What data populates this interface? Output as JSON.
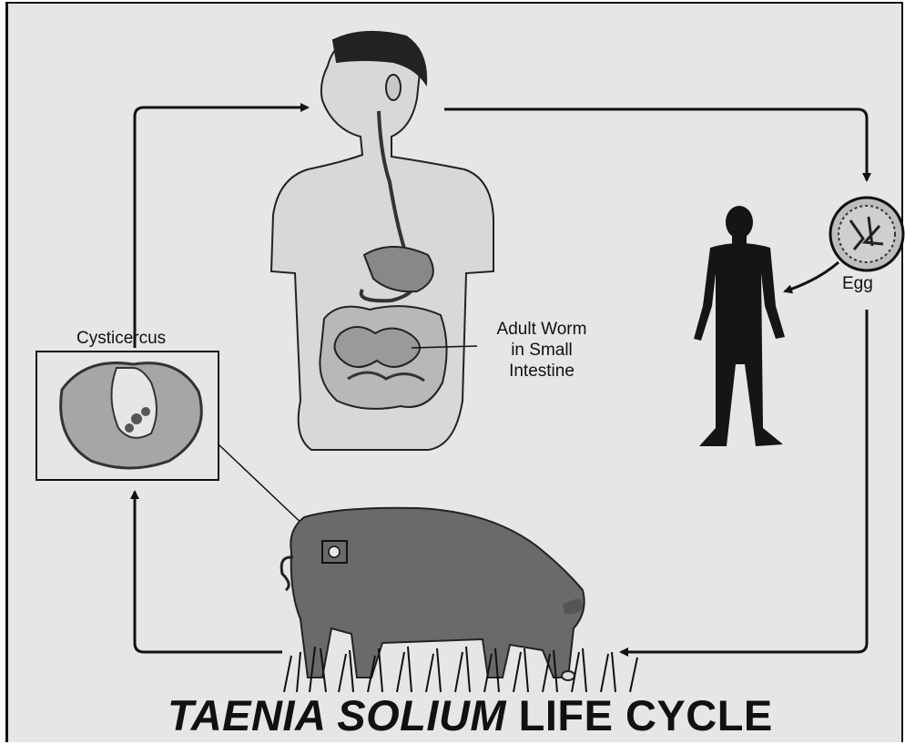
{
  "labels": {
    "cysticercus": "Cysticercus",
    "adult_worm_line1": "Adult Worm",
    "adult_worm_line2": "in Small",
    "adult_worm_line3": "Intestine",
    "egg": "Egg"
  },
  "title": {
    "species": "TAENIA SOLIUM",
    "rest": "LIFE CYCLE"
  },
  "colors": {
    "background": "#e6e6e6",
    "ink": "#111111",
    "silhouette": "#151515",
    "pig": "#6a6a6a",
    "skin": "#d8d8d8"
  }
}
